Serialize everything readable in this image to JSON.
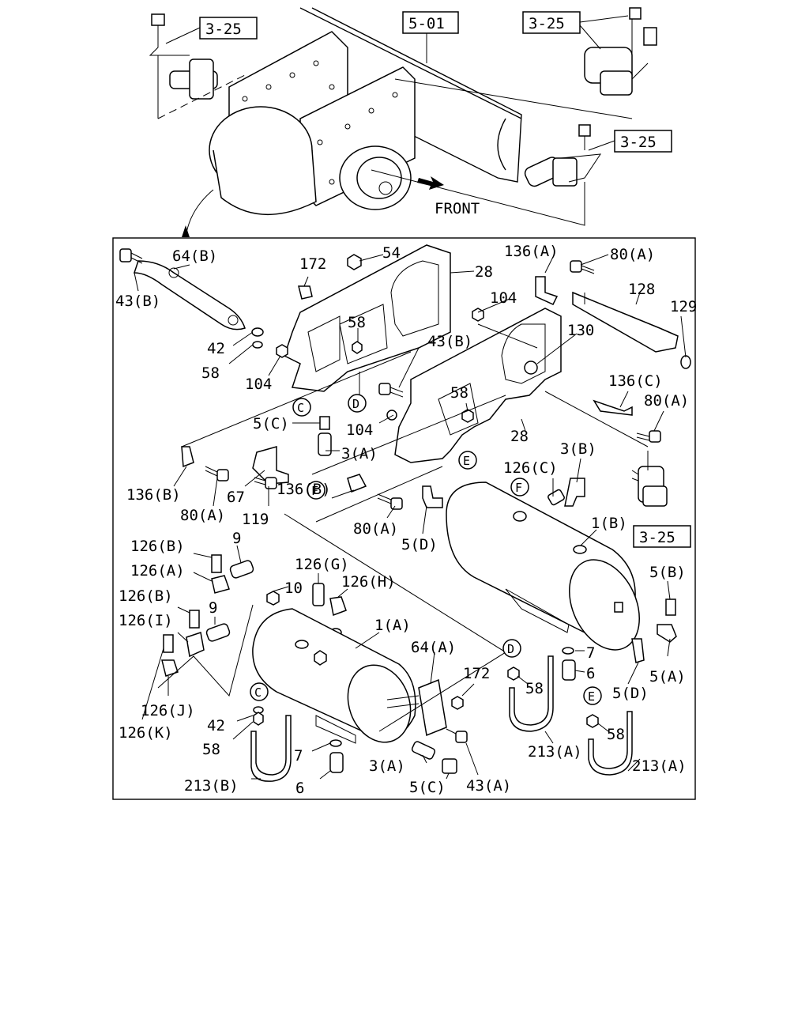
{
  "top_view": {
    "ref_5_01": "5-01",
    "ref_3_25_left": "3-25",
    "ref_3_25_right_top": "3-25",
    "ref_3_25_right_mid": "3-25",
    "front": "FRONT"
  },
  "detail": {
    "ref_3_25": "3-25",
    "labels": [
      "64(B)",
      "172",
      "54",
      "28",
      "43(B)",
      "58",
      "42",
      "104",
      "58",
      "43(B)",
      "136(A)",
      "80(A)",
      "128",
      "129",
      "104",
      "130",
      "58",
      "28",
      "136(C)",
      "80(A)",
      "5(C)",
      "3(A)",
      "104",
      "136(B)",
      "80(A)",
      "67",
      "119",
      "136(B)",
      "80(A)",
      "5(D)",
      "126(C)",
      "3(B)",
      "1(B)",
      "126(B)",
      "9",
      "126(A)",
      "126(G)",
      "126(H)",
      "10",
      "126(B)",
      "9",
      "126(I)",
      "126(J)",
      "126(K)",
      "1(A)",
      "64(A)",
      "172",
      "7",
      "6",
      "5(B)",
      "5(A)",
      "58",
      "5(D)",
      "58",
      "213(A)",
      "213(A)",
      "42",
      "58",
      "7",
      "213(B)",
      "6",
      "3(A)",
      "5(C)",
      "43(A)"
    ],
    "markers": [
      "C",
      "D",
      "E",
      "F",
      "F",
      "D",
      "E",
      "C"
    ]
  }
}
